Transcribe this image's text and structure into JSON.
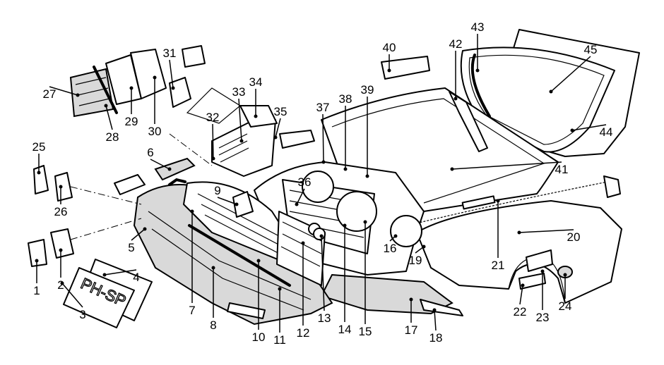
{
  "diagram": {
    "license_plate_text": "PH-SP",
    "part_labels": [
      "1",
      "2",
      "3",
      "4",
      "5",
      "6",
      "7",
      "8",
      "9",
      "10",
      "11",
      "12",
      "13",
      "14",
      "15",
      "16",
      "17",
      "18",
      "19",
      "20",
      "21",
      "22",
      "23",
      "24",
      "25",
      "26",
      "27",
      "28",
      "29",
      "30",
      "31",
      "32",
      "33",
      "34",
      "35",
      "36",
      "37",
      "38",
      "39",
      "40",
      "41",
      "42",
      "43",
      "44",
      "45"
    ]
  }
}
